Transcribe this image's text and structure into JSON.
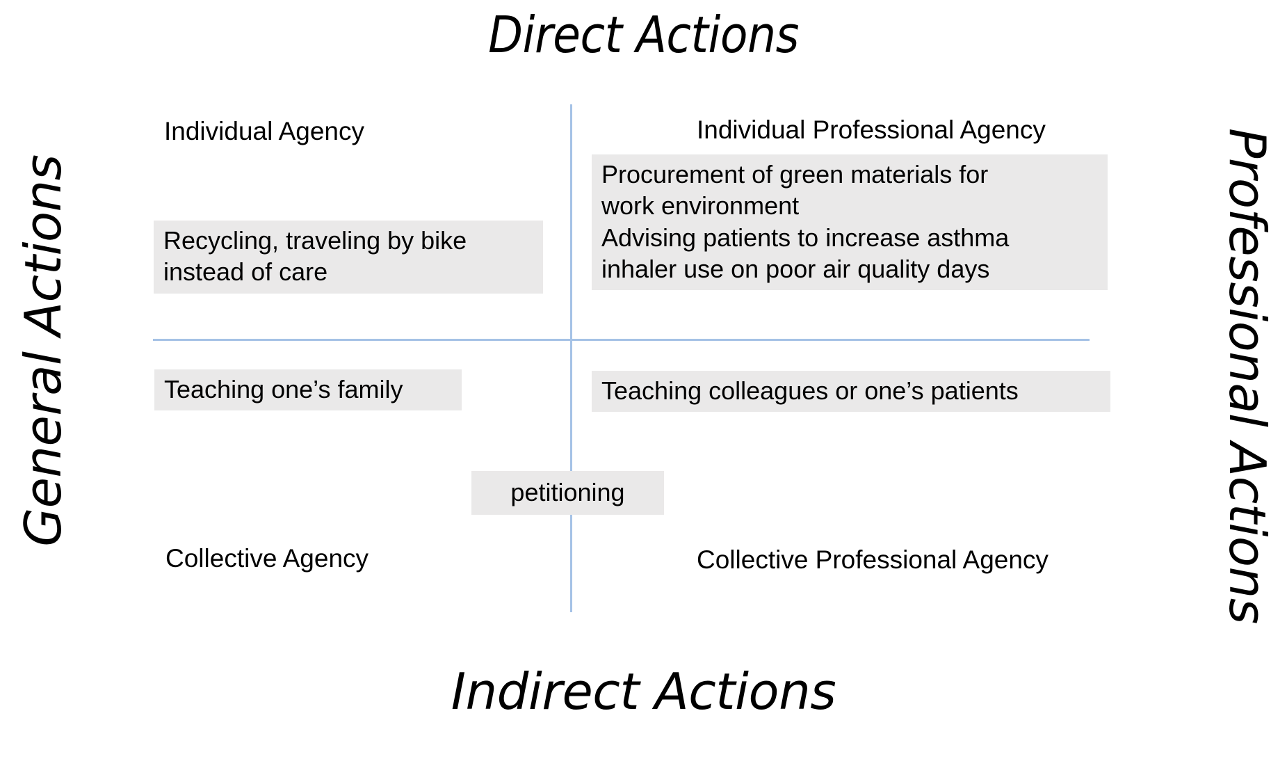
{
  "diagram": {
    "axes": {
      "top": "Direct Actions",
      "bottom": "Indirect Actions",
      "left": "General Actions",
      "right": "Professional Actions"
    },
    "colors": {
      "divider": "#A5C2E6",
      "box_fill": "#EAE9E9",
      "text": "#000000",
      "background": "#FFFFFF"
    },
    "quadrants": [
      {
        "id": "top-left",
        "label": "Individual Agency",
        "examples": [
          "Recycling, traveling by bike",
          "instead of care"
        ]
      },
      {
        "id": "top-right",
        "label": "Individual Professional Agency",
        "examples": [
          "Procurement of green materials for",
          "work environment",
          "Advising patients to increase asthma",
          "inhaler use on poor air quality days"
        ]
      },
      {
        "id": "bottom-left",
        "label": "Collective Agency",
        "examples": [
          "Teaching one’s family"
        ]
      },
      {
        "id": "bottom-right",
        "label": "Collective Professional Agency",
        "examples": [
          "Teaching colleagues or one’s patients"
        ]
      }
    ],
    "center_example": "petitioning"
  }
}
